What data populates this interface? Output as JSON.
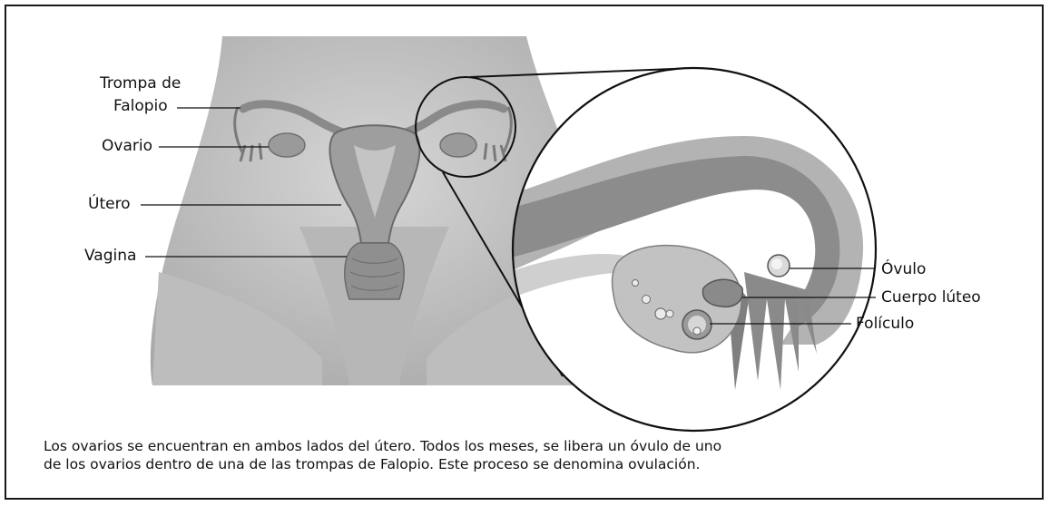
{
  "labels": {
    "trompa_line1": "Trompa de",
    "trompa_line2": "Falopio",
    "ovario": "Ovario",
    "utero": "Útero",
    "vagina": "Vagina",
    "ovulo": "Óvulo",
    "cuerpo_luteo": "Cuerpo lúteo",
    "foliculo": "Folículo"
  },
  "caption": {
    "line1": "Los ovarios se encuentran en ambos lados del útero. Todos los meses, se libera un óvulo de uno",
    "line2": "de los ovarios dentro de una de las trompas de Falopio. Este proceso se denomina ovulación."
  },
  "colors": {
    "body": "#c9c9c9",
    "organ": "#a8a8a8",
    "organ_dark": "#7a7a7a",
    "line": "#111111"
  }
}
